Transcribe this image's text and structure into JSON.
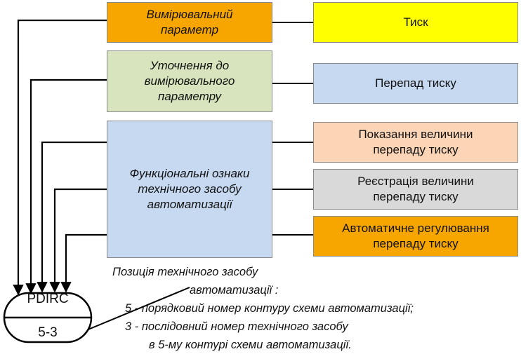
{
  "left_blocks": {
    "measured_parameter": "Вимірювальний\nпараметр",
    "parameter_refinement": "Уточнення до\nвимірювального\nпараметру",
    "functional_features": "Функціональні ознаки\nтехнічного засобу\nавтоматизації"
  },
  "right_blocks": {
    "pressure": "Тиск",
    "pressure_difference": "Перепад тиску",
    "indication": "Показання величини\nперепаду тиску",
    "registration": "Реєстрація величини\nперепаду тиску",
    "auto_regulation": "Автоматичне регулювання\nперепаду тиску"
  },
  "tag": {
    "letter_code": "PDIRC",
    "position_number": "5-3"
  },
  "caption": {
    "line1": "Позиція технічного засобу",
    "line2": "автоматизації :",
    "line3": "5 - порядковий номер контуру схеми автоматизації;",
    "line4": "3 - послідовний номер технічного засобу",
    "line5": "в 5-му контурі схеми автоматизації."
  },
  "colors": {
    "orange": "#f7a600",
    "yellow": "#ffff00",
    "green": "#d7e4bd",
    "blue": "#c6d9f1",
    "salmon": "#fbd5b5",
    "gray": "#d9d9d9"
  }
}
